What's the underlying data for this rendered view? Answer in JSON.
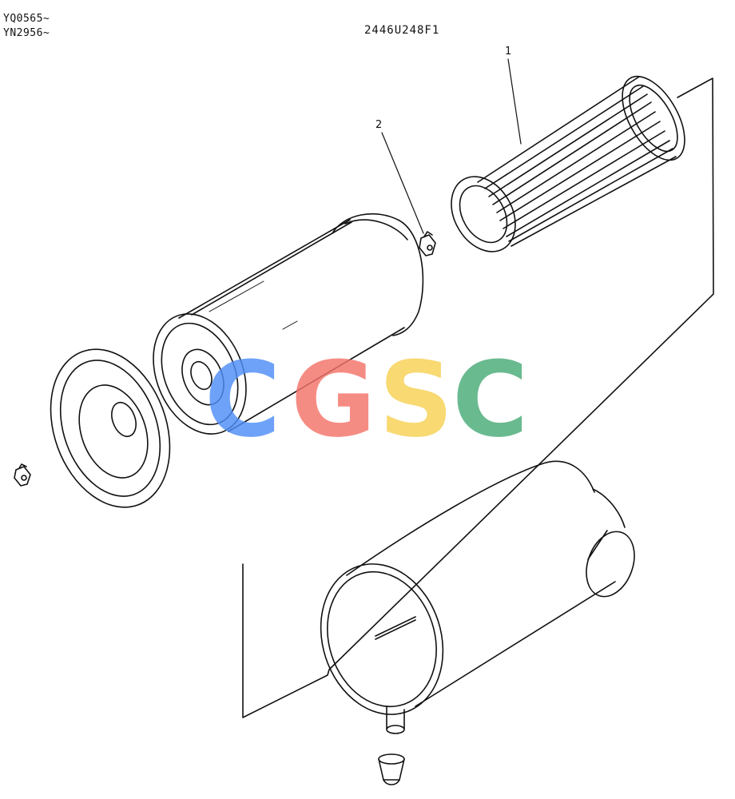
{
  "header": {
    "serial_ranges": [
      "YQ0565~",
      "YN2956~"
    ],
    "drawing_number": "2446U248F1"
  },
  "callouts": [
    {
      "number": "1"
    },
    {
      "number": "2"
    }
  ],
  "watermark": {
    "letters": [
      "C",
      "G",
      "S",
      "C"
    ],
    "colors": [
      "#4f8ef7",
      "#f4736a",
      "#f7d154",
      "#4aab78"
    ]
  }
}
